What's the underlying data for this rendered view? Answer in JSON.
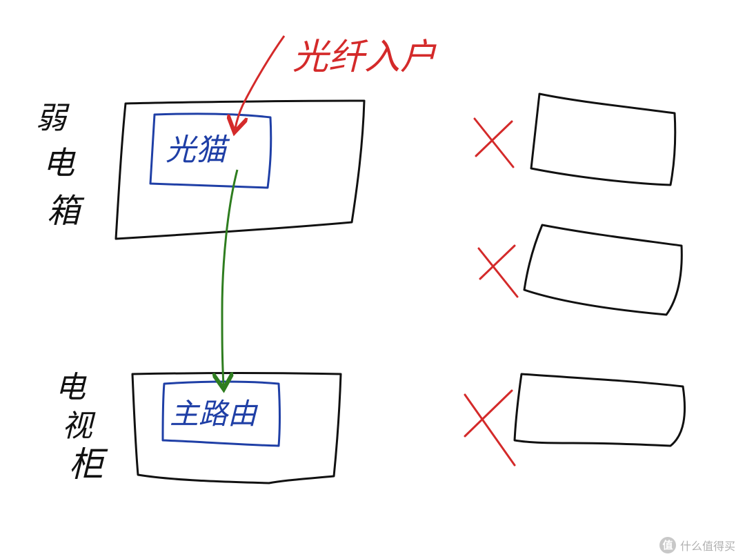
{
  "labels": {
    "fiber_entry": "光纤入户",
    "weak_box": [
      "弱",
      "电",
      "箱"
    ],
    "weak_box_hint": "弱电箱",
    "tv_cabinet": [
      "电",
      "视",
      "柜"
    ],
    "tv_cabinet_hint": "电视柜",
    "modem": "光猫",
    "main_router": "主路由"
  },
  "watermark": {
    "icon": "值",
    "text": "什么值得买"
  },
  "colors": {
    "ink": "#111111",
    "red": "#d42a2a",
    "blue": "#1f3fa6",
    "green": "#2e7d1f"
  },
  "right_panel": {
    "marks": [
      "cross-mark",
      "cross-mark",
      "cross-mark"
    ],
    "boxes": 3
  }
}
